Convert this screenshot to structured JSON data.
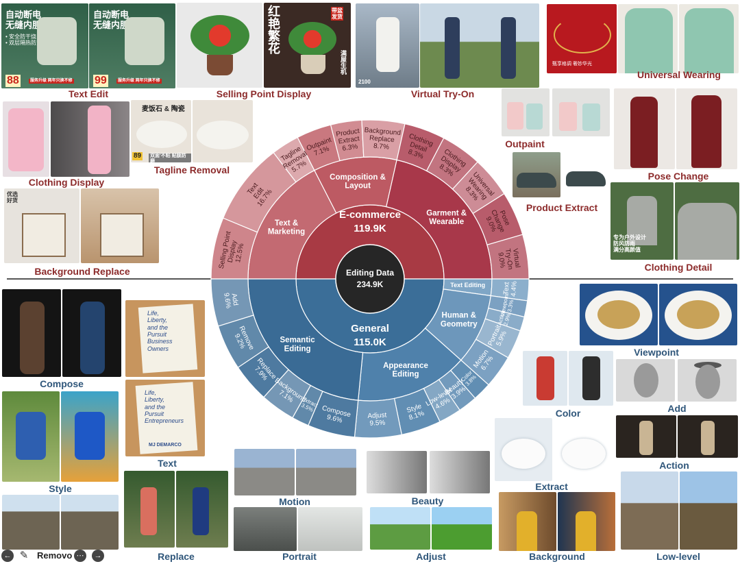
{
  "chart_data": {
    "type": "sunburst",
    "center": {
      "label": "Editing Data",
      "value": "234.9K"
    },
    "groups": [
      {
        "name": "E-commerce",
        "value": "119.9K",
        "color": "#a83a44",
        "categories": [
          {
            "name": "Text & Marketing",
            "color": "#c36a72",
            "children": [
              {
                "name": "Selling Point Display",
                "pct": "12.5%",
                "value": 12.5
              },
              {
                "name": "Text Edit",
                "pct": "16.7%",
                "value": 16.7
              },
              {
                "name": "Tagline Removal",
                "pct": "5.7%",
                "value": 5.7
              }
            ]
          },
          {
            "name": "Composition & Layout",
            "color": "#bd5a63",
            "children": [
              {
                "name": "Outpaint",
                "pct": "7.1%",
                "value": 7.1
              },
              {
                "name": "Product Extract",
                "pct": "6.3%",
                "value": 6.3
              },
              {
                "name": "Background Replace",
                "pct": "8.7%",
                "value": 8.7
              }
            ]
          },
          {
            "name": "Garment & Wearable",
            "color": "#a8384a",
            "children": [
              {
                "name": "Clothing Detail",
                "pct": "8.3%",
                "value": 8.3
              },
              {
                "name": "Clothing Display",
                "pct": "8.3%",
                "value": 8.3
              },
              {
                "name": "Universal Wearing",
                "pct": "8.3%",
                "value": 8.3
              },
              {
                "name": "Pose Change",
                "pct": "9.0%",
                "value": 9.0
              },
              {
                "name": "Virtual Try-On",
                "pct": "9.0%",
                "value": 9.0
              }
            ]
          }
        ]
      },
      {
        "name": "General",
        "value": "115.0K",
        "color": "#3b6e98",
        "categories": [
          {
            "name": "Text Editing",
            "color": "#7fa6c6",
            "children": [
              {
                "name": "Text",
                "pct": "4.4%",
                "value": 4.4
              }
            ]
          },
          {
            "name": "Human & Geometry",
            "color": "#6d97bb",
            "children": [
              {
                "name": "Viewpoint",
                "pct": "3.3%",
                "value": 3.3
              },
              {
                "name": "Action",
                "pct": "2.9%",
                "value": 2.9
              },
              {
                "name": "Portrait",
                "pct": "5.9%",
                "value": 5.9
              },
              {
                "name": "Motion",
                "pct": "6.7%",
                "value": 6.7
              }
            ]
          },
          {
            "name": "Appearance Editing",
            "color": "#4f81ab",
            "children": [
              {
                "name": "Color",
                "pct": "3.8%",
                "value": 3.8
              },
              {
                "name": "Beauty",
                "pct": "3.9%",
                "value": 3.9
              },
              {
                "name": "Low-level",
                "pct": "4.6%",
                "value": 4.6
              },
              {
                "name": "Style",
                "pct": "8.1%",
                "value": 8.1
              },
              {
                "name": "Adjust",
                "pct": "9.5%",
                "value": 9.5
              }
            ]
          },
          {
            "name": "Semantic Editing",
            "color": "#3a6b95",
            "children": [
              {
                "name": "Compose",
                "pct": "9.6%",
                "value": 9.6
              },
              {
                "name": "Extract",
                "pct": "3.5%",
                "value": 3.5
              },
              {
                "name": "Background",
                "pct": "7.1%",
                "value": 7.1
              },
              {
                "name": "Replace",
                "pct": "7.9%",
                "value": 7.9
              },
              {
                "name": "Remove",
                "pct": "9.2%",
                "value": 9.2
              },
              {
                "name": "Add",
                "pct": "9.6%",
                "value": 9.6
              }
            ]
          }
        ]
      }
    ]
  },
  "examples_top": [
    {
      "id": "text-edit",
      "caption": "Text Edit"
    },
    {
      "id": "selling-point",
      "caption": "Selling Point Display"
    },
    {
      "id": "virtual-tryon",
      "caption": "Virtual Try-On"
    },
    {
      "id": "universal-wearing",
      "caption": "Universal Wearing"
    },
    {
      "id": "clothing-display",
      "caption": "Clothing Display"
    },
    {
      "id": "tagline-removal",
      "caption": "Tagline Removal"
    },
    {
      "id": "outpaint",
      "caption": "Outpaint"
    },
    {
      "id": "pose-change",
      "caption": "Pose Change"
    },
    {
      "id": "product-extract",
      "caption": "Product Extract"
    },
    {
      "id": "background-replace",
      "caption": "Background Replace"
    },
    {
      "id": "clothing-detail",
      "caption": "Clothing Detail"
    }
  ],
  "examples_bottom": [
    {
      "id": "compose",
      "caption": "Compose"
    },
    {
      "id": "text",
      "caption": "Text"
    },
    {
      "id": "style",
      "caption": "Style"
    },
    {
      "id": "viewpoint",
      "caption": "Viewpoint"
    },
    {
      "id": "color",
      "caption": "Color"
    },
    {
      "id": "add",
      "caption": "Add"
    },
    {
      "id": "extract",
      "caption": "Extract"
    },
    {
      "id": "action",
      "caption": "Action"
    },
    {
      "id": "motion",
      "caption": "Motion"
    },
    {
      "id": "beauty",
      "caption": "Beauty"
    },
    {
      "id": "replace",
      "caption": "Replace"
    },
    {
      "id": "portrait",
      "caption": "Portrait"
    },
    {
      "id": "adjust",
      "caption": "Adjust"
    },
    {
      "id": "background",
      "caption": "Background"
    },
    {
      "id": "low-level",
      "caption": "Low-level"
    }
  ],
  "overlay_text": {
    "kettle_title": "自动断电\n无缝内胆",
    "kettle_bullets": "• 安全防干烧\n• 双层隔热防烫",
    "kettle_price_a": "88",
    "kettle_price_b": "99",
    "kettle_banner": "服务升级 两年只换不修",
    "flower_title": "红\n艳\n繁\n花",
    "flower_badge": "带盆\n发货",
    "flower_side": "满\n屋\n生\n机",
    "pan_title": "麦饭石 & 陶瓷",
    "pan_price": "89",
    "pan_banner": "双面'不粘 贴膜防磨",
    "bag_tag": "优选\n好货",
    "jacket_text": "专为户外设计\n防风防雨\n满分高颜值",
    "necklace_text": "甄享格调 奢妙华光",
    "book_a": "Life,\nLiberty,\nand the\nPursuit\nBusiness\nOwners",
    "book_b": "Life,\nLiberty,\nand the\nPursuit\nEntrepreneurs",
    "book_author": "MJ DEMARCO",
    "tryon_num": "2100"
  },
  "toolbar": {
    "label": "Removo"
  }
}
